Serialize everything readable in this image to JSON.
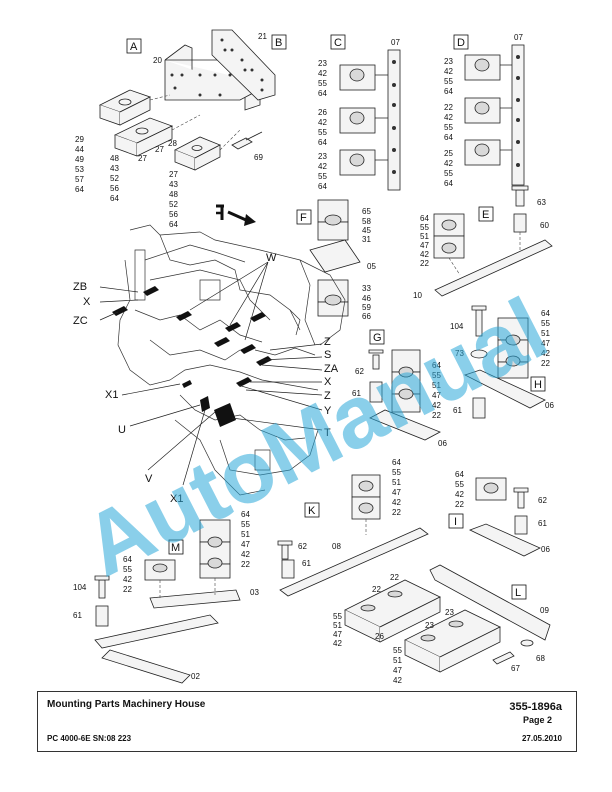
{
  "document": {
    "title": "Mounting Parts Machinery House",
    "code": "355-1896a",
    "page": "Page 2",
    "model": "PC 4000-6E SN:08 223",
    "date": "27.05.2010"
  },
  "watermark": "AutoManual",
  "views": {
    "A": "A",
    "B": "B",
    "C": "C",
    "D": "D",
    "E": "E",
    "F": "F",
    "G": "G",
    "H": "H",
    "I": "I",
    "K": "K",
    "L": "L",
    "M": "M"
  },
  "machine_labels": {
    "ZB": "ZB",
    "X_left": "X",
    "ZC": "ZC",
    "W": "W",
    "Z_top": "Z",
    "S": "S",
    "ZA": "ZA",
    "X_right": "X",
    "Z_lower": "Z",
    "Y": "Y",
    "T": "T",
    "X1_top": "X1",
    "U": "U",
    "V": "V",
    "X1_bottom": "X1",
    "F_arrow": "F"
  },
  "callouts": {
    "a_20": "20",
    "a_col1": [
      "29",
      "44",
      "49",
      "53",
      "57",
      "64"
    ],
    "a_col2": [
      "48",
      "43",
      "52",
      "56",
      "64"
    ],
    "a_27a": "27",
    "a_27b": "27",
    "a_28": "28",
    "a_col3": [
      "27",
      "43",
      "48",
      "52",
      "56",
      "64"
    ],
    "a_69": "69",
    "b_21": "21",
    "c_07": "07",
    "c_col1": [
      "23",
      "42",
      "55",
      "64"
    ],
    "c_col2": [
      "26",
      "42",
      "55",
      "64"
    ],
    "c_col3": [
      "23",
      "42",
      "55",
      "64"
    ],
    "d_07": "07",
    "d_col1": [
      "23",
      "42",
      "55",
      "64"
    ],
    "d_col2": [
      "22",
      "42",
      "55",
      "64"
    ],
    "d_col3": [
      "25",
      "42",
      "55",
      "64"
    ],
    "f_col1": [
      "65",
      "58",
      "45",
      "31"
    ],
    "f_05": "05",
    "f_col2": [
      "33",
      "46",
      "59",
      "66"
    ],
    "e_col1": [
      "64",
      "55",
      "51",
      "47",
      "42",
      "22"
    ],
    "e_63": "63",
    "e_60": "60",
    "e_10": "10",
    "h_104": "104",
    "h_col1": [
      "64",
      "55",
      "51",
      "47",
      "42",
      "22"
    ],
    "h_73": "73",
    "h_61": "61",
    "h_06": "06",
    "g_62": "62",
    "g_col1": [
      "64",
      "55",
      "51",
      "47",
      "42",
      "22"
    ],
    "g_61": "61",
    "g_06": "06",
    "k_col1": [
      "64",
      "55",
      "51",
      "47",
      "42",
      "22"
    ],
    "k_62": "62",
    "k_08": "08",
    "k_61": "61",
    "i_col1": [
      "64",
      "55",
      "42",
      "22"
    ],
    "i_62": "62",
    "i_61": "61",
    "i_06": "06",
    "m_col1": [
      "64",
      "55",
      "51",
      "47",
      "42",
      "22"
    ],
    "m_col2": [
      "64",
      "55",
      "42",
      "22"
    ],
    "m_03": "03",
    "m_104": "104",
    "m_61": "61",
    "m_02": "02",
    "l_22a": "22",
    "l_22b": "22",
    "l_col1": [
      "55",
      "51",
      "47",
      "42"
    ],
    "l_26": "26",
    "l_23a": "23",
    "l_23b": "23",
    "l_col2": [
      "55",
      "51",
      "47",
      "42"
    ],
    "l_09": "09",
    "l_68": "68",
    "l_67": "67"
  }
}
